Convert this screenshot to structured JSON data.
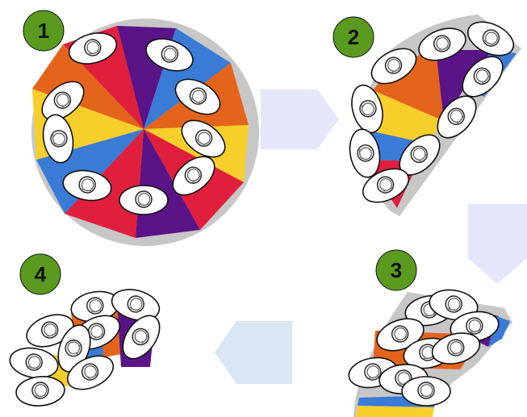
{
  "colors": {
    "purple": "#5a1487",
    "blue": "#3a7bd5",
    "orange": "#e4641c",
    "yellow": "#f7cf2b",
    "red": "#e01f3d",
    "rim": "#c7c7c7",
    "badge": "#5a9a1f",
    "arrow": "#e4e6fa",
    "arrow_light": "#d9e7f4",
    "outline": "#111111"
  },
  "steps": [
    {
      "label": "1",
      "stage": "whole-pizza"
    },
    {
      "label": "2",
      "stage": "half-pizza"
    },
    {
      "label": "3",
      "stage": "folded-strip"
    },
    {
      "label": "4",
      "stage": "rolled-pizza"
    }
  ],
  "arrows": [
    {
      "from": "1",
      "to": "2",
      "direction": "right"
    },
    {
      "from": "2",
      "to": "3",
      "direction": "down"
    },
    {
      "from": "3",
      "to": "4",
      "direction": "left"
    }
  ]
}
